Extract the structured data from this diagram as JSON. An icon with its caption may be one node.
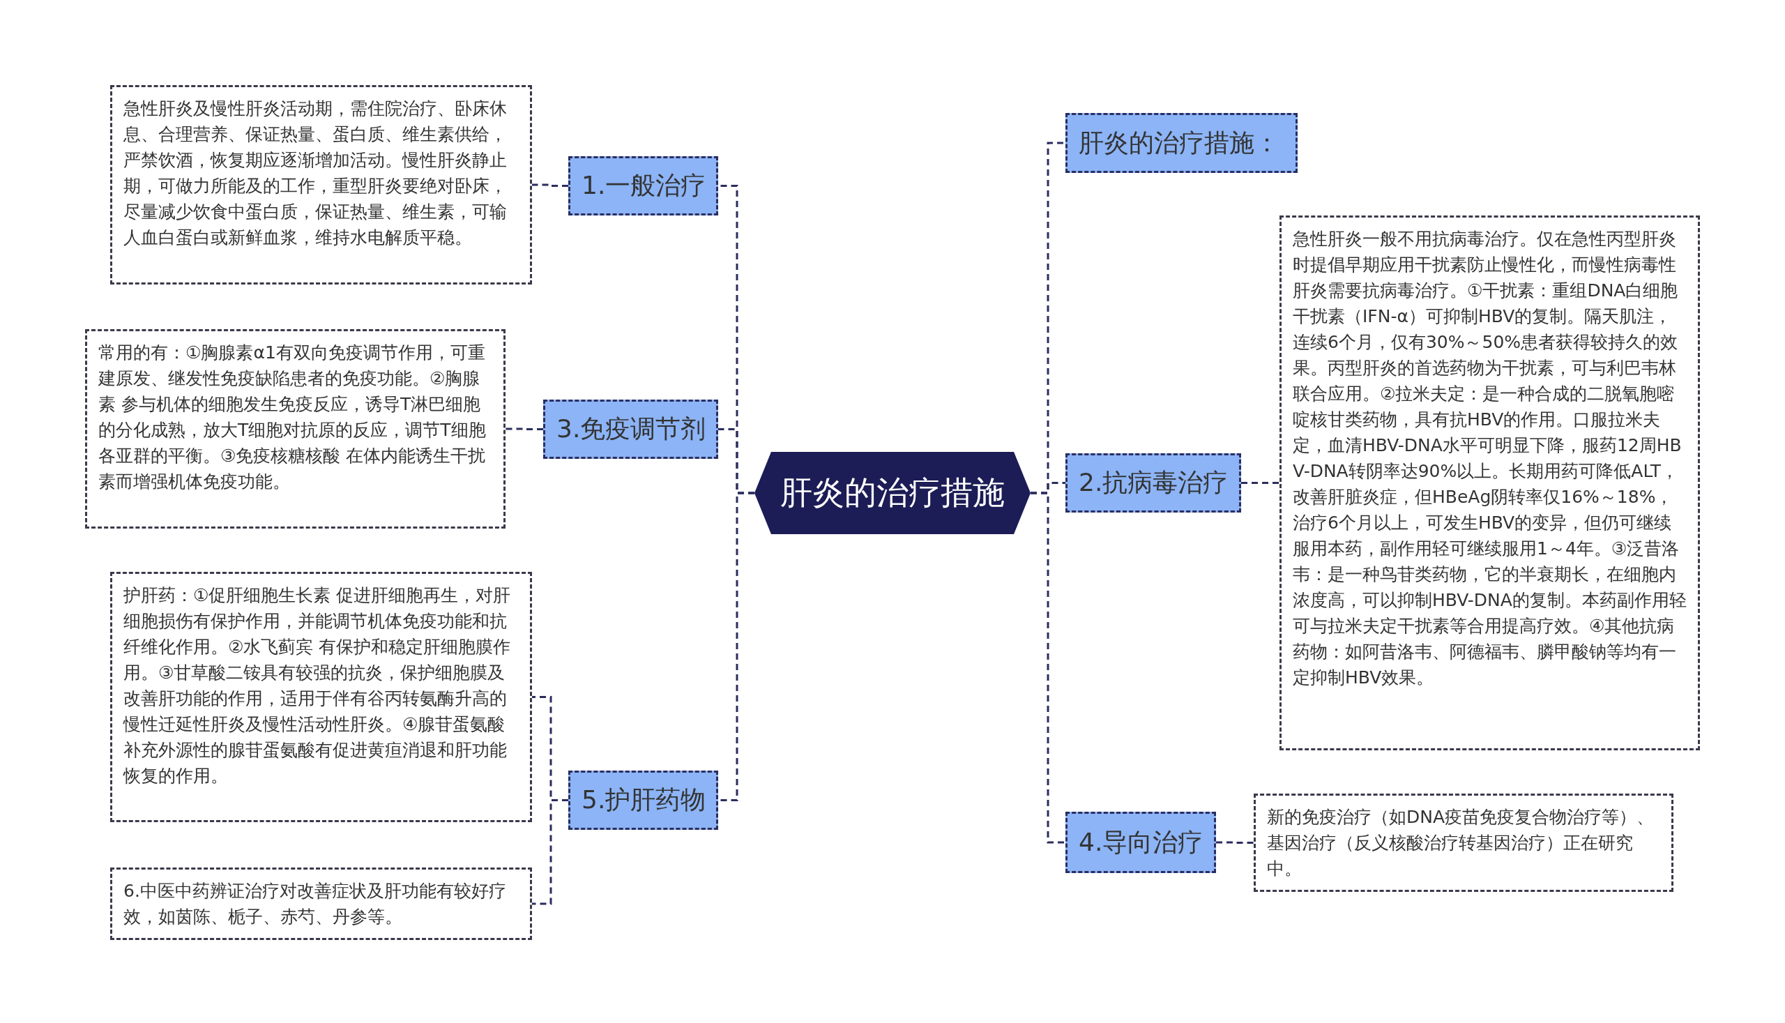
{
  "diagram": {
    "nodes": [
      {
        "text": [
          "肝炎的治疗措施"
        ]
      },
      {
        "text": [
          "1.一般治疗"
        ]
      },
      {
        "text": [
          "急性肝炎及慢性肝炎活动期，需住院治疗、卧床休息、合理营养、保证热量、蛋白质、维生素供给，严禁饮酒，恢复期应逐渐增加活动。慢性肝炎静止期，可做力所能及的工作，重型肝炎要绝对卧床，尽量减少饮食中蛋白质，保证热量、维生素，可输人血白蛋白或新鲜血浆，维持水电解质平稳。"
        ]
      },
      {
        "text": [
          "3.免疫调节剂"
        ]
      },
      {
        "text": [
          "常用的有：①胸腺素α1有双向免疫调节作用，可重建原发、继发性免疫缺陷患者的免疫功能。②胸腺素 参与机体的细胞发生免疫反应，诱导T淋巴细胞的分化成熟，放大T细胞对抗原的反应，调节T细胞各亚群的平衡。③免疫核糖核酸 在体内能诱生干扰素而增强机体免疫功能。"
        ]
      },
      {
        "text": [
          "5.护肝药物"
        ]
      },
      {
        "text": [
          "护肝药：①促肝细胞生长素 促进肝细胞再生，对肝细胞损伤有保护作用，并能调节机体免疫功能和抗纤维化作用。②水飞蓟宾 有保护和稳定肝细胞膜作用。③甘草酸二铵具有较强的抗炎，保护细胞膜及改善肝功能的作用，适用于伴有谷丙转氨酶升高的慢性迁延性肝炎及慢性活动性肝炎。④腺苷蛋氨酸补充外源性的腺苷蛋氨酸有促进黄疸消退和肝功能恢复的作用。"
        ]
      },
      {
        "text": [
          "6.中医中药辨证治疗对改善症状及肝功能有较好疗效，如茵陈、栀子、赤芍、丹参等。"
        ]
      },
      {
        "text": [
          "肝炎的治疗措施："
        ]
      },
      {
        "text": [
          "2.抗病毒治疗"
        ]
      },
      {
        "text": [
          "急性肝炎一般不用抗病毒治疗。仅在急性丙型肝炎时提倡早期应用干扰素防止慢性化，而慢性病毒性肝炎需要抗病毒治疗。①干扰素：重组DNA白细胞干扰素（IFN-α）可抑制HBV的复制。隔天肌注，连续6个月，仅有30%～50%患者获得较持久的效果。丙型肝炎的首选药物为干扰素，可与利巴韦林联合应用。②拉米夫定：是一种合成的二脱氧胞嘧啶核甘类药物，具有抗HBV的作用。口服拉米夫定，血清HBV-DNA水平可明显下降，服药12周HBV-DNA转阴率达90%以上。长期用药可降低ALT，改善肝脏炎症，但HBeAg阴转率仅16%～18%，治疗6个月以上，可发生HBV的变异，但仍可继续服用本药，副作用轻可继续服用1～4年。③泛昔洛韦：是一种鸟苷类药物，它的半衰期长，在细胞内浓度高，可以抑制HBV-DNA的复制。本药副作用轻可与拉米夫定干扰素等合用提高疗效。④其他抗病药物：如阿昔洛韦、阿德福韦、膦甲酸钠等均有一定抑制HBV效果。"
        ]
      },
      {
        "text": [
          "4.导向治疗"
        ]
      },
      {
        "text": [
          "新的免疫治疗（如DNA疫苗免疫复合物治疗等）、基因治疗（反义核酸治疗转基因治疗）正在研究中。"
        ]
      }
    ],
    "edges": [
      {
        "from": 0,
        "to": 1,
        "arrow": "none"
      },
      {
        "from": 1,
        "to": 2,
        "arrow": "none"
      },
      {
        "from": 0,
        "to": 3,
        "arrow": "none"
      },
      {
        "from": 3,
        "to": 4,
        "arrow": "none"
      },
      {
        "from": 0,
        "to": 5,
        "arrow": "none"
      },
      {
        "from": 5,
        "to": 6,
        "arrow": "none"
      },
      {
        "from": 5,
        "to": 7,
        "arrow": "none"
      },
      {
        "from": 0,
        "to": 8,
        "arrow": "none"
      },
      {
        "from": 0,
        "to": 9,
        "arrow": "none"
      },
      {
        "from": 9,
        "to": 10,
        "arrow": "none"
      },
      {
        "from": 0,
        "to": 11,
        "arrow": "none"
      },
      {
        "from": 11,
        "to": 12,
        "arrow": "none"
      }
    ]
  }
}
